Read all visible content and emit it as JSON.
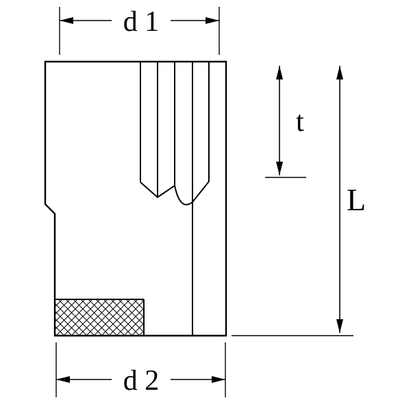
{
  "diagram": {
    "labels": {
      "d1": "d 1",
      "d2": "d 2",
      "t": "t",
      "L": "L"
    },
    "colors": {
      "line": "#000000",
      "background": "#ffffff"
    }
  }
}
